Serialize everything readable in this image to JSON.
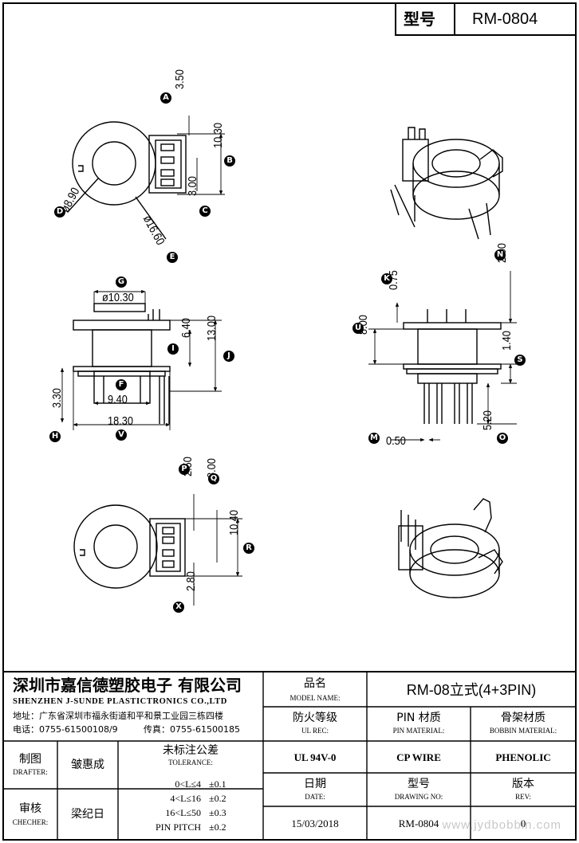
{
  "header": {
    "model_label": "型号",
    "model_value": "RM-0804"
  },
  "dimensions": {
    "top_view": [
      {
        "id": "A",
        "value": "3.50"
      },
      {
        "id": "B",
        "value": "10.30"
      },
      {
        "id": "C",
        "value": "3.00"
      },
      {
        "id": "D",
        "value": "ø8.90"
      },
      {
        "id": "E",
        "value": "ø16.60"
      }
    ],
    "front_view": [
      {
        "id": "G",
        "value": "ø10.30"
      },
      {
        "id": "I",
        "value": "6.40"
      },
      {
        "id": "J",
        "value": "13.00"
      },
      {
        "id": "F",
        "value": "9.40"
      },
      {
        "id": "H",
        "value": "3.30"
      },
      {
        "id": "V",
        "value": "18.30"
      }
    ],
    "side_view": [
      {
        "id": "K",
        "value": "0.75"
      },
      {
        "id": "N",
        "value": "2.00"
      },
      {
        "id": "U",
        "value": "8.00"
      },
      {
        "id": "S",
        "value": "1.40"
      },
      {
        "id": "M",
        "value": "0.50"
      },
      {
        "id": "O",
        "value": "5.20"
      }
    ],
    "bottom_view": [
      {
        "id": "P",
        "value": "2.50"
      },
      {
        "id": "Q",
        "value": "8.00"
      },
      {
        "id": "R",
        "value": "10.40"
      },
      {
        "id": "X",
        "value": "2.80"
      }
    ]
  },
  "title_block": {
    "company_cn": "深圳市嘉信德塑胶电子 有限公司",
    "company_en": "SHENZHEN J-SUNDE PLASTICTRONICS CO.,LTD",
    "address": "地址：广东省深圳市福永街道和平和景工业园三栋四楼",
    "phone": "电话：0755-61500108/9",
    "fax": "传真：0755-61500185",
    "drafter_cn": "制图",
    "drafter_en": "DRAFTER:",
    "drafter_name": "皱惠成",
    "checker_cn": "审核",
    "checker_en": "CHECHER:",
    "checker_name": "梁纪日",
    "tolerance_cn": "未标注公差",
    "tolerance_en": "TOLERANCE:",
    "tolerance_rows": [
      {
        "range": "0<L≤4",
        "tol": "±0.1"
      },
      {
        "range": "4<L≤16",
        "tol": "±0.2"
      },
      {
        "range": "16<L≤50",
        "tol": "±0.3"
      },
      {
        "range": "PIN PITCH",
        "tol": "±0.2"
      }
    ],
    "model_name_cn": "品名",
    "model_name_en": "MODEL NAME:",
    "model_name_value": "RM-08立式(4+3PIN)",
    "ul_cn": "防火等级",
    "ul_en": "UL REC:",
    "ul_value": "UL 94V-0",
    "pin_cn": "PIN 材质",
    "pin_en": "PIN MATERIAL:",
    "pin_value": "CP WIRE",
    "bobbin_cn": "骨架材质",
    "bobbin_en": "BOBBIN MATERIAL:",
    "bobbin_value": "PHENOLIC",
    "date_cn": "日期",
    "date_en": "DATE:",
    "date_value": "15/03/2018",
    "drawing_cn": "型号",
    "drawing_en": "DRAWING NO:",
    "drawing_value": "RM-0804",
    "rev_cn": "版本",
    "rev_en": "REV:",
    "rev_value": "0"
  },
  "watermark": "www.jydbobbin.com"
}
